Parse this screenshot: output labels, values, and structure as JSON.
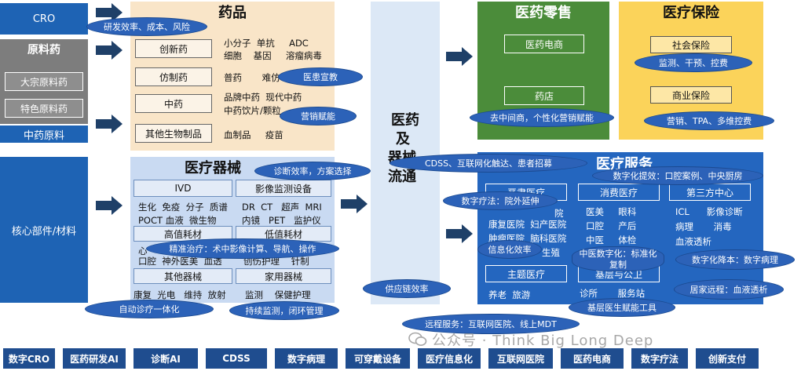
{
  "left": {
    "cro": "CRO",
    "api": "原料药",
    "bulk_api": "大宗原料药",
    "special_api": "特色原料药",
    "tcm_material": "中药原料",
    "core_parts": "核心部件/材料"
  },
  "drugs": {
    "title": "药品",
    "innovative": "创新药",
    "innovative_items_1": "小分子  单抗     ADC",
    "innovative_items_2": "细胞    基因     溶瘤病毒",
    "generic": "仿制药",
    "generic_items": "普药       难仿",
    "tcm": "中药",
    "tcm_items_1": "品牌中药  现代中药",
    "tcm_items_2": "中药饮片/颗粒",
    "bio": "其他生物制品",
    "bio_items": "血制品     疫苗"
  },
  "devices": {
    "title": "医疗器械",
    "ivd": "IVD",
    "imaging": "影像监测设备",
    "ivd_items_1": "生化  免疫  分子  质谱",
    "ivd_items_2": "POCT 血液  微生物",
    "imaging_items_1": "DR  CT   超声  MRI",
    "imaging_items_2": "内镜   PET   监护仪",
    "high_cons": "高值耗材",
    "low_cons": "低值耗材",
    "high_items": "心",
    "high_items_2": "口腔  神外医美  血透",
    "low_items": "创伤护理    针制",
    "other": "其他器械",
    "home": "家用器械",
    "other_items": "康复  光电   维持  放射",
    "home_items": "监测    保健护理"
  },
  "flow": {
    "line1": "医药",
    "line2": "及",
    "line3": "器械",
    "line4": "流通"
  },
  "retail": {
    "title": "医药零售",
    "ecommerce": "医药电商",
    "pharmacy": "药店"
  },
  "insurance": {
    "title": "医疗保险",
    "social": "社会保险",
    "commercial": "商业保险"
  },
  "services": {
    "title": "医疗服务",
    "serious": "严肃医疗",
    "consumer": "消费医疗",
    "third_party": "第三方中心",
    "serious_items_1": "康复医院  妇产医院",
    "serious_items_2": "肿瘤医院  脑科医院",
    "serious_items_3": "生殖",
    "serious_items_0": "院",
    "consumer_items_1": "医美     眼科",
    "consumer_items_2": "口腔     产后",
    "consumer_items_3": "中医     体检",
    "third_items_1": "ICL      影像诊断",
    "third_items_2": "病理       消毒",
    "third_items_3": "血液透析",
    "theme": "主题医疗",
    "grassroots": "基层与公卫",
    "theme_items": "养老  旅游",
    "grass_items": "诊所       服务站"
  },
  "bubbles": {
    "b1": "研发效率、成本、风险",
    "b2": "医患宣教",
    "b3": "营销赋能",
    "b4": "诊断效率，方案选择",
    "b5": "精准治疗：术中影像计算、导航、操作",
    "b6": "自动诊疗一体化",
    "b7": "持续监测，闭环管理",
    "b8": "供应链效率",
    "b9": "CDSS、互联网化触达、患者招募",
    "b10": "监测、干预、控费",
    "b11": "去中间商，个性化营销赋能",
    "b12": "营销、TPA、多维控费",
    "b13": "数字化提效：口腔案例、中央厨房",
    "b14": "数字疗法：院外延伸",
    "b15": "信息化效率",
    "b16": "中医数字化：标准化复制",
    "b17": "数字化降本：数字病理",
    "b18": "居家远程：血液透析",
    "b19": "基层医生赋能工具",
    "b20": "远程服务：互联网医院、线上MDT"
  },
  "bottom": [
    "数字CRO",
    "医药研发AI",
    "诊断AI",
    "CDSS",
    "数字病理",
    "可穿戴设备",
    "医疗信息化",
    "互联网医院",
    "医药电商",
    "数字疗法",
    "创新支付"
  ],
  "watermark": "公众号 · Think  Big  Long  Deep",
  "colors": {
    "left_blue": "#1e63b4",
    "drug_panel": "#f9e5c8",
    "device_panel": "#c9daf2",
    "retail": "#4b8c3a",
    "insurance": "#fbd35a",
    "services": "#2466bf",
    "bottom_bar": "#1f4d8f"
  }
}
